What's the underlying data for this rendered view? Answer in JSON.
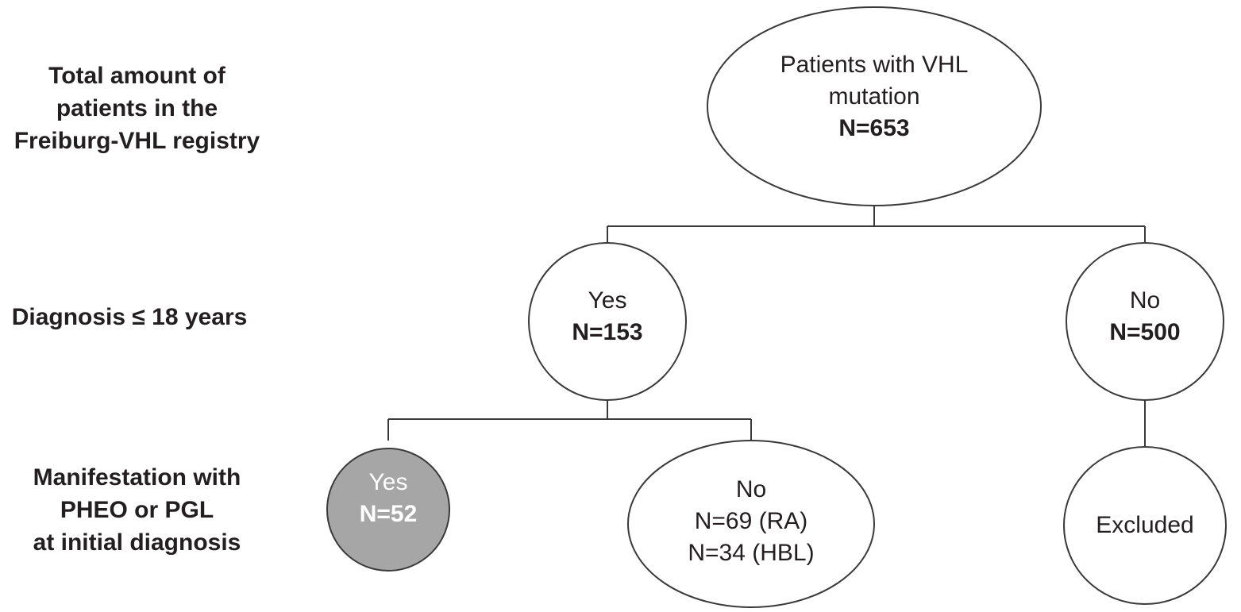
{
  "row_labels": {
    "total": [
      "Total amount of",
      "patients in the",
      "Freiburg-VHL registry"
    ],
    "diagnosis": "Diagnosis ≤ 18 years",
    "manifestation": [
      "Manifestation with",
      "PHEO or PGL",
      "at initial diagnosis"
    ]
  },
  "nodes": {
    "root": {
      "lines": [
        "Patients with VHL",
        "mutation"
      ],
      "count": "N=653"
    },
    "yes_diag": {
      "label": "Yes",
      "count": "N=153"
    },
    "no_diag": {
      "label": "No",
      "count": "N=500"
    },
    "yes_manif": {
      "label": "Yes",
      "count": "N=52",
      "fill": "#a6a6a6"
    },
    "no_manif": {
      "label": "No",
      "lines": [
        "N=69 (RA)",
        "N=34 (HBL)"
      ]
    },
    "excluded": {
      "label": "Excluded"
    }
  },
  "colors": {
    "stroke": "#3a3a3a",
    "text": "#231f20",
    "highlight_fill": "#a6a6a6",
    "highlight_text": "#ffffff"
  }
}
